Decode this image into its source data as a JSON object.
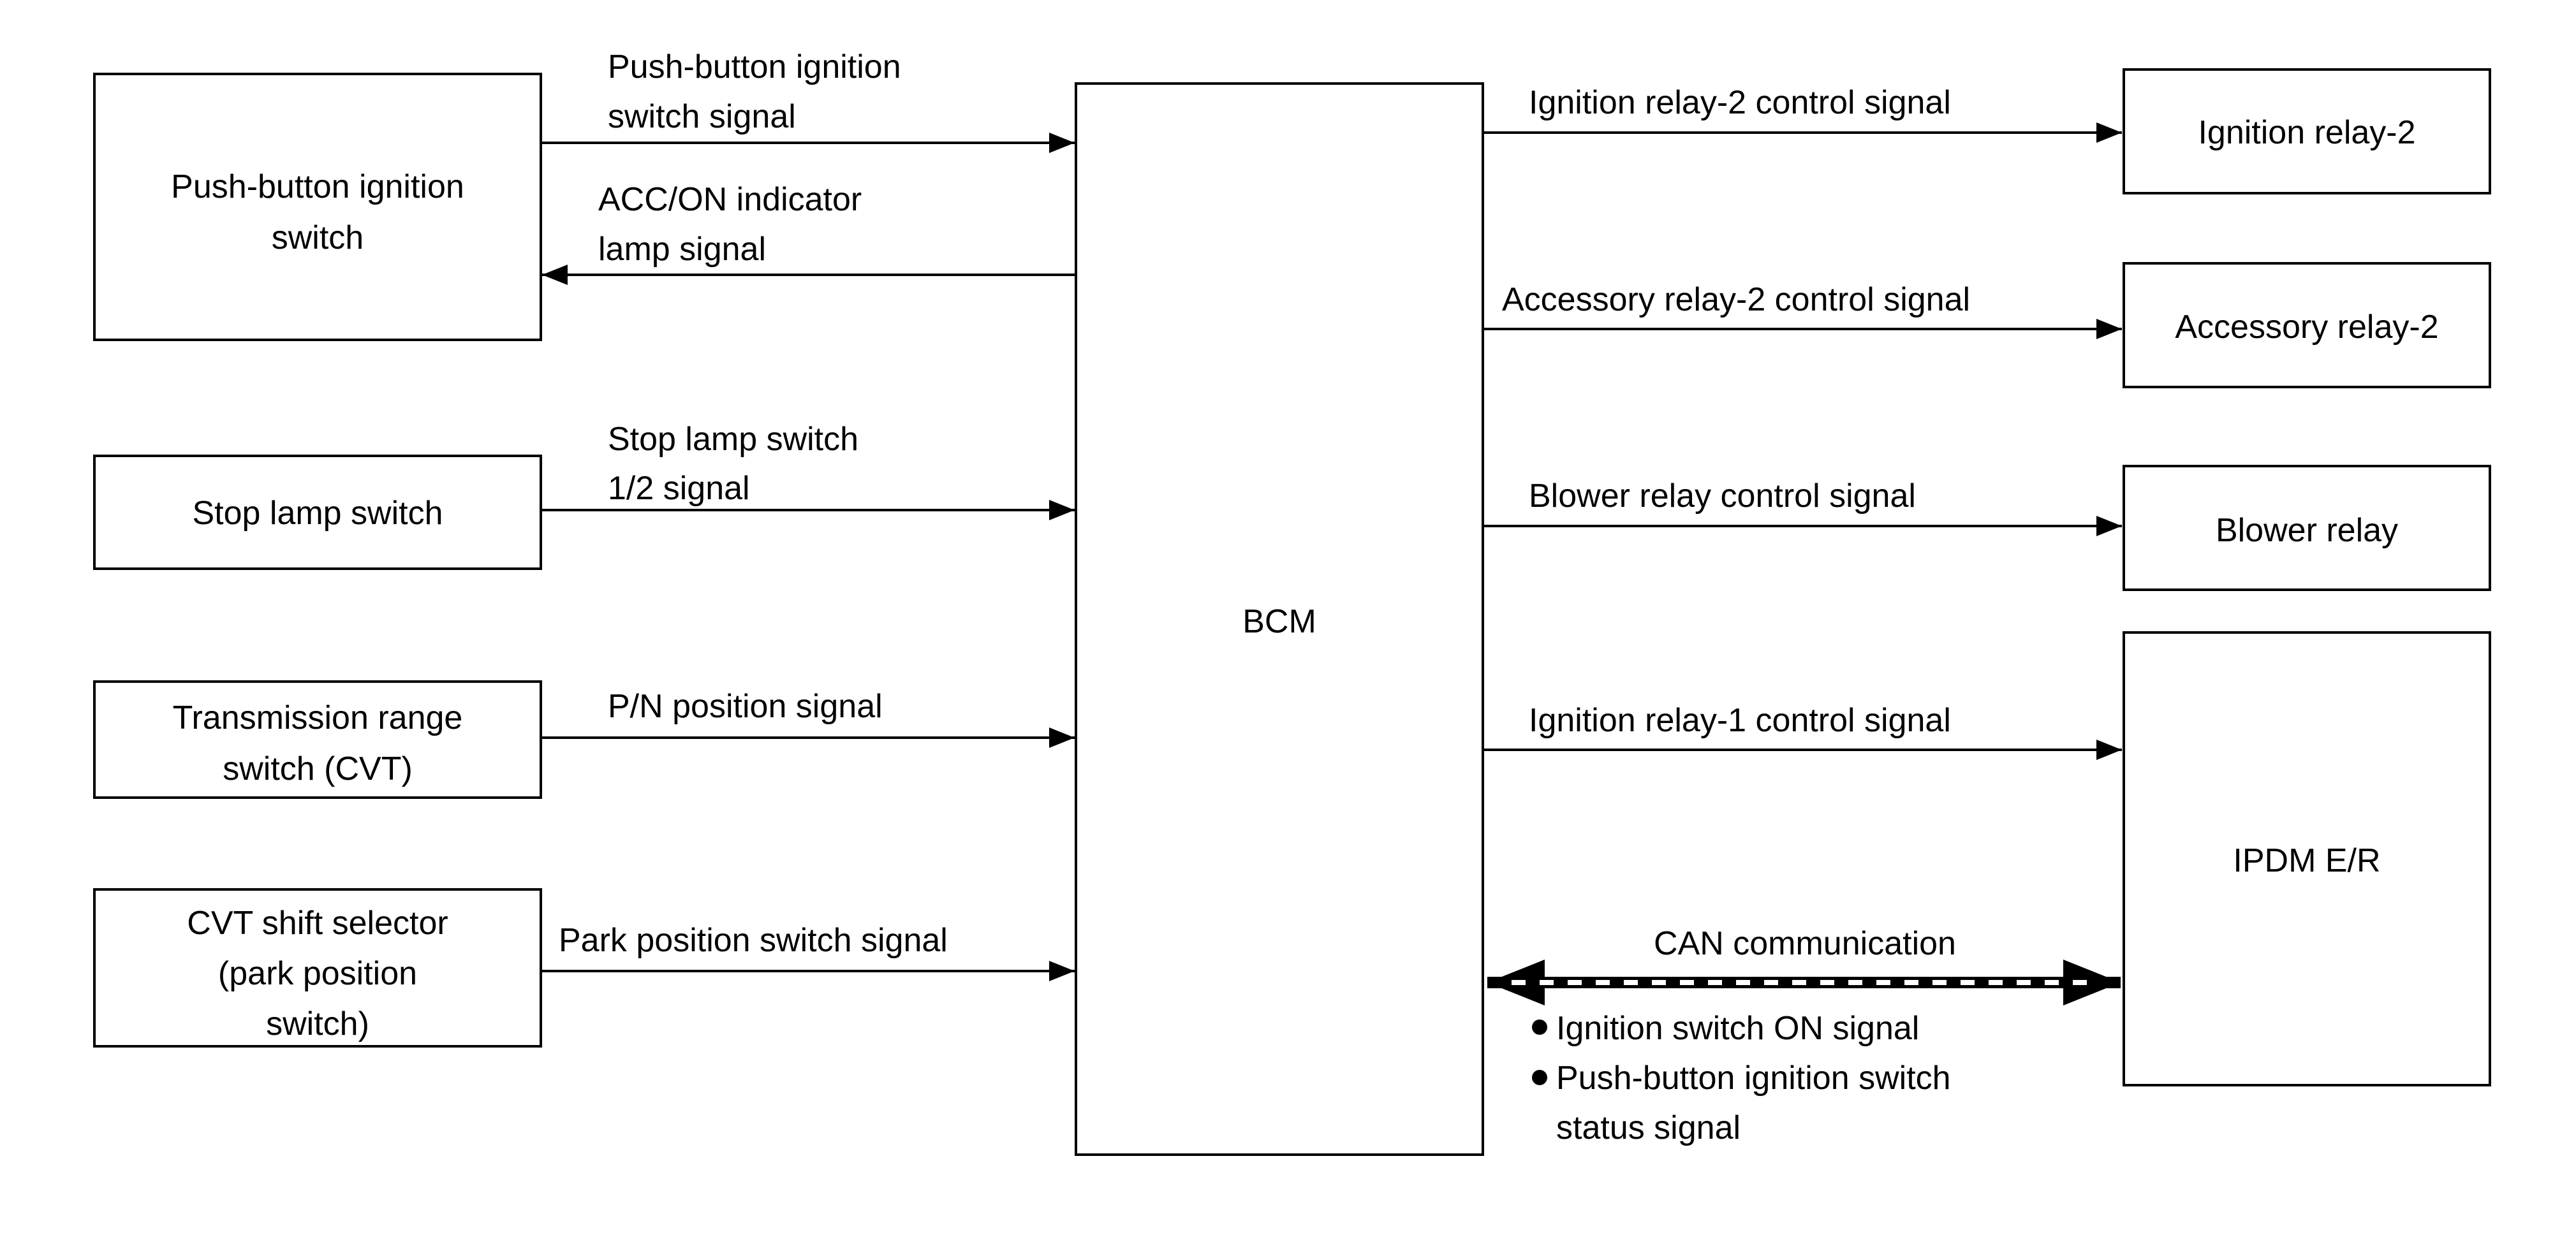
{
  "colors": {
    "line": "#000000",
    "background": "#ffffff"
  },
  "blocks": {
    "push_button_switch": {
      "lines": [
        "Push-button ignition",
        "switch"
      ]
    },
    "stop_lamp_switch": {
      "lines": [
        "Stop lamp switch"
      ]
    },
    "transmission_range_switch": {
      "lines": [
        "Transmission range",
        "switch (CVT)"
      ]
    },
    "cvt_shift_selector": {
      "lines": [
        "CVT shift selector",
        "(park position",
        "switch)"
      ]
    },
    "bcm": {
      "lines": [
        "BCM"
      ]
    },
    "ignition_relay_2": {
      "lines": [
        "Ignition relay-2"
      ]
    },
    "accessory_relay_2": {
      "lines": [
        "Accessory relay-2"
      ]
    },
    "blower_relay": {
      "lines": [
        "Blower relay"
      ]
    },
    "ipdm_er": {
      "lines": [
        "IPDM E/R"
      ]
    }
  },
  "signals": {
    "push_button_signal": {
      "lines": [
        "Push-button ignition",
        "switch signal"
      ]
    },
    "acc_on_indicator": {
      "lines": [
        "ACC/ON indicator",
        "lamp signal"
      ]
    },
    "stop_lamp_signal": {
      "lines": [
        "Stop lamp switch",
        "1/2 signal"
      ]
    },
    "pn_position": {
      "lines": [
        "P/N position signal"
      ]
    },
    "park_position": {
      "lines": [
        "Park position switch signal"
      ]
    },
    "ign_relay_2_control": {
      "lines": [
        "Ignition relay-2 control signal"
      ]
    },
    "acc_relay_2_control": {
      "lines": [
        "Accessory relay-2 control signal"
      ]
    },
    "blower_relay_control": {
      "lines": [
        "Blower relay control signal"
      ]
    },
    "ign_relay_1_control": {
      "lines": [
        "Ignition relay-1 control signal"
      ]
    },
    "can_communication": {
      "lines": [
        "CAN communication"
      ]
    }
  },
  "can_signals": [
    {
      "lines": [
        "Ignition switch ON signal"
      ]
    },
    {
      "lines": [
        "Push-button ignition switch",
        "status signal"
      ]
    }
  ]
}
